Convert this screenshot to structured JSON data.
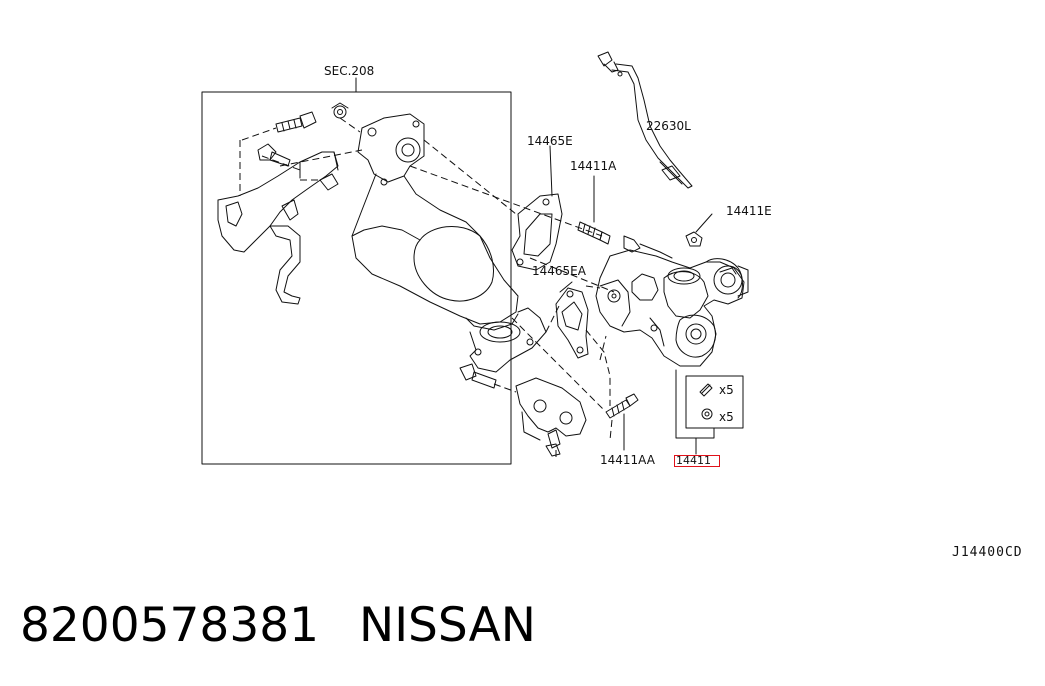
{
  "labels": {
    "sec": "SEC.208",
    "p14465E": "14465E",
    "p14411A": "14411A",
    "p22630L": "22630L",
    "p14411E": "14411E",
    "p14465EA": "14465EA",
    "p14411AA": "14411AA",
    "p14411": "14411",
    "x5_top": "x5",
    "x5_bottom": "x5"
  },
  "diagram_code": "J14400CD",
  "footer": {
    "part_number": "8200578381",
    "brand": "NISSAN"
  },
  "colors": {
    "line": "#111111",
    "highlight": "#e0121b"
  }
}
